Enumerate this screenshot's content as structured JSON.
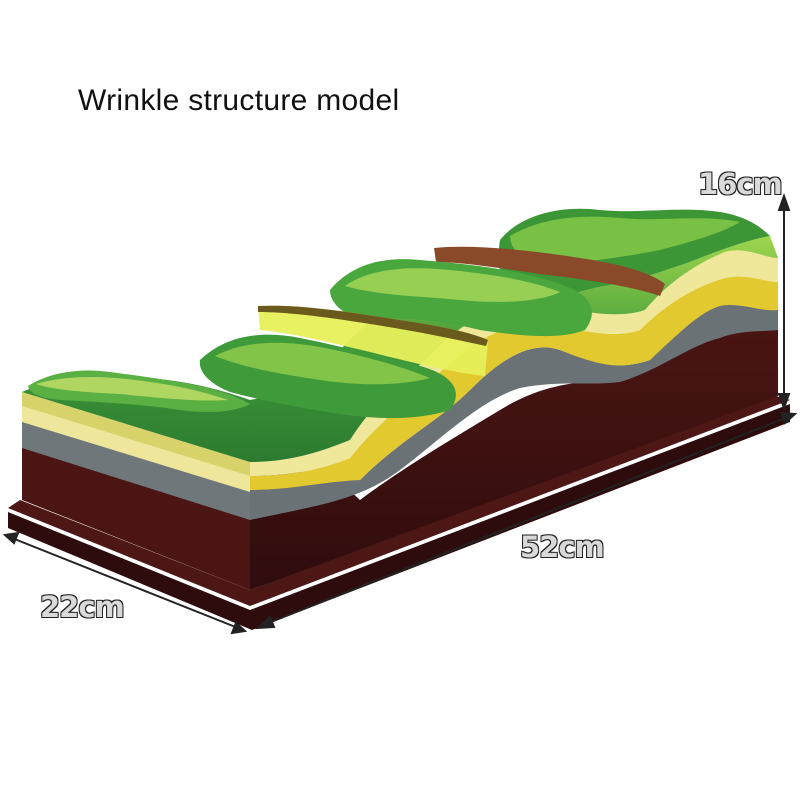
{
  "title": "Wrinkle structure model",
  "dimensions": {
    "height": "16cm",
    "length": "52cm",
    "width": "22cm"
  },
  "colors": {
    "base": "#3a0f10",
    "bedrock": "#4a1513",
    "gray_layer": "#6b7276",
    "yellow_layer": "#e3cc33",
    "pale_yellow_layer": "#efe79a",
    "grass": "#3f9a3a",
    "grass_light": "#8ccf4a",
    "soil_top": "#8a4a2a"
  }
}
